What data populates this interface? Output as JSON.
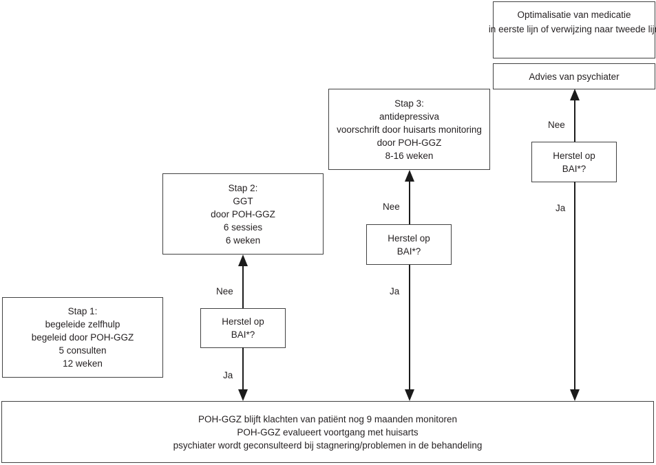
{
  "diagram": {
    "type": "flowchart",
    "language": "nl",
    "colors": {
      "background": "#ffffff",
      "box_border": "#404040",
      "text": "#231f20",
      "arrow": "#1b1b1b"
    },
    "boxes": {
      "optimalisatie": {
        "lines": [
          "Optimalisatie van medicatie",
          "in eerste lijn of verwijzing naar tweede lijn"
        ]
      },
      "advies": {
        "lines": [
          "Advies van psychiater"
        ]
      },
      "stap3": {
        "lines": [
          "Stap 3:",
          "antidepressiva",
          "voorschrift door huisarts monitoring",
          "door POH-GGZ",
          "8-16 weken"
        ]
      },
      "stap2": {
        "lines": [
          "Stap 2:",
          "GGT",
          "door POH-GGZ",
          "6 sessies",
          "6 weken"
        ]
      },
      "stap1": {
        "lines": [
          "Stap 1:",
          "begeleide zelfhulp",
          "begeleid door POH-GGZ",
          "5 consulten",
          "12 weken"
        ]
      },
      "herstel1": {
        "lines": [
          "Herstel op",
          "BAI*?"
        ]
      },
      "herstel2": {
        "lines": [
          "Herstel op",
          "BAI*?"
        ]
      },
      "herstel3": {
        "lines": [
          "Herstel op",
          "BAI*?"
        ]
      },
      "monitor": {
        "lines": [
          "POH-GGZ blijft klachten van patiënt nog 9 maanden monitoren",
          "POH-GGZ evalueert voortgang met huisarts",
          "psychiater wordt geconsulteerd bij stagnering/problemen in de behandeling"
        ]
      }
    },
    "labels": {
      "nee1": "Nee",
      "ja1": "Ja",
      "nee2": "Nee",
      "ja2": "Ja",
      "nee3": "Nee",
      "ja3": "Ja"
    }
  }
}
